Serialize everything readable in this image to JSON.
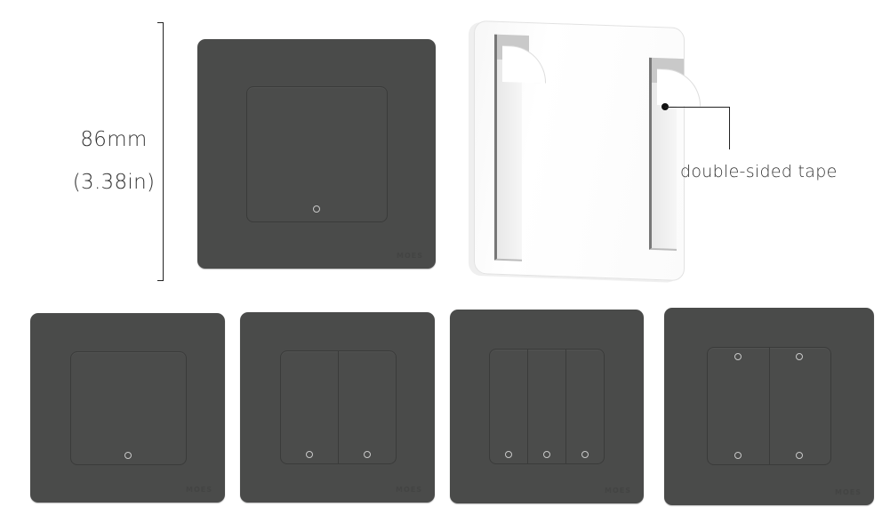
{
  "dimension": {
    "metric": "86mm",
    "imperial": "(3.38in)"
  },
  "callout": {
    "label": "double-sided tape"
  },
  "panels": {
    "brand_mark": "MOES",
    "main": {
      "gangs": 1,
      "leds": [
        "bottom"
      ]
    },
    "variants": [
      {
        "name": "1-gang",
        "gangs": 1,
        "leds": [
          "bottom"
        ]
      },
      {
        "name": "2-gang",
        "gangs": 2,
        "leds": [
          "bottom"
        ]
      },
      {
        "name": "3-gang",
        "gangs": 3,
        "leds": [
          "bottom"
        ]
      },
      {
        "name": "4-gang",
        "gangs": 2,
        "leds": [
          "top",
          "bottom"
        ]
      }
    ]
  },
  "colors": {
    "panel": "#4a4b4a",
    "rocker_edge": "#3a3b3a",
    "led_ring": "#c9c9c9",
    "text": "#333333",
    "background": "#ffffff"
  }
}
